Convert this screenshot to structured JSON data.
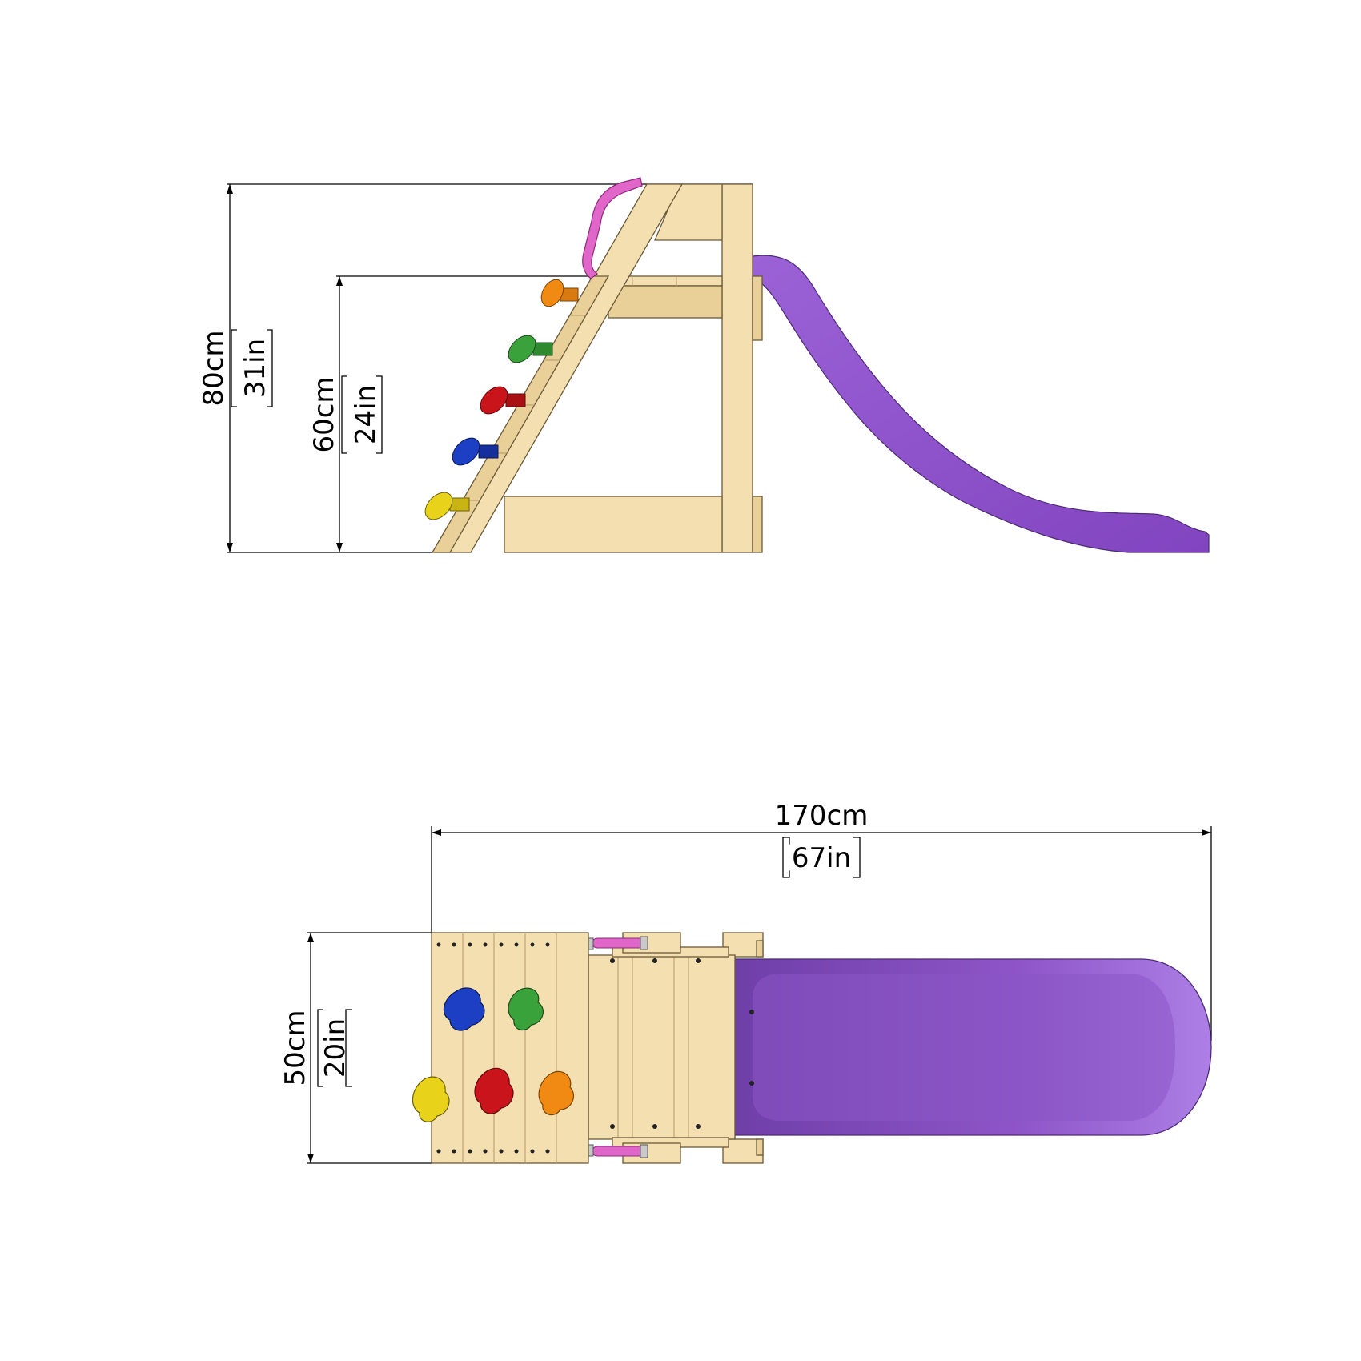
{
  "dimensions": {
    "total_height_cm": "80cm",
    "total_height_in": "31in",
    "platform_height_cm": "60cm",
    "platform_height_in": "24in",
    "total_length_cm": "170cm",
    "total_length_in": "67in",
    "width_cm": "50cm",
    "width_in": "20in"
  },
  "colors": {
    "slide": "#8e55c8",
    "slide_light": "#a877e0",
    "handle": "#e067c9",
    "wood": "#f4dfb0",
    "hold_yellow": "#e8d31a",
    "hold_blue": "#1c3fc4",
    "hold_red": "#c8141a",
    "hold_green": "#3aa23a",
    "hold_orange": "#f08a12"
  }
}
